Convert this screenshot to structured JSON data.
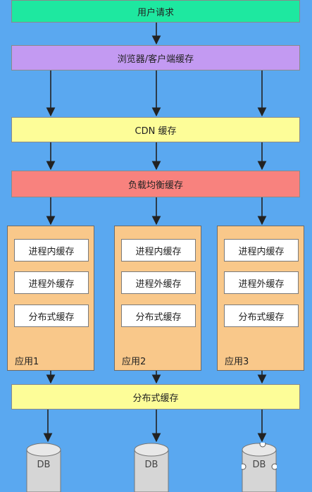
{
  "layers": {
    "user_request": "用户请求",
    "browser_cache": "浏览器/客户端缓存",
    "cdn_cache": "CDN 缓存",
    "load_balancer_cache": "负载均衡缓存",
    "distributed_cache": "分布式缓存"
  },
  "apps": [
    {
      "label": "应用1",
      "caches": [
        "进程内缓存",
        "进程外缓存",
        "分布式缓存"
      ]
    },
    {
      "label": "应用2",
      "caches": [
        "进程内缓存",
        "进程外缓存",
        "分布式缓存"
      ]
    },
    {
      "label": "应用3",
      "caches": [
        "进程内缓存",
        "进程外缓存",
        "分布式缓存"
      ]
    }
  ],
  "databases": [
    "DB",
    "DB",
    "DB"
  ]
}
